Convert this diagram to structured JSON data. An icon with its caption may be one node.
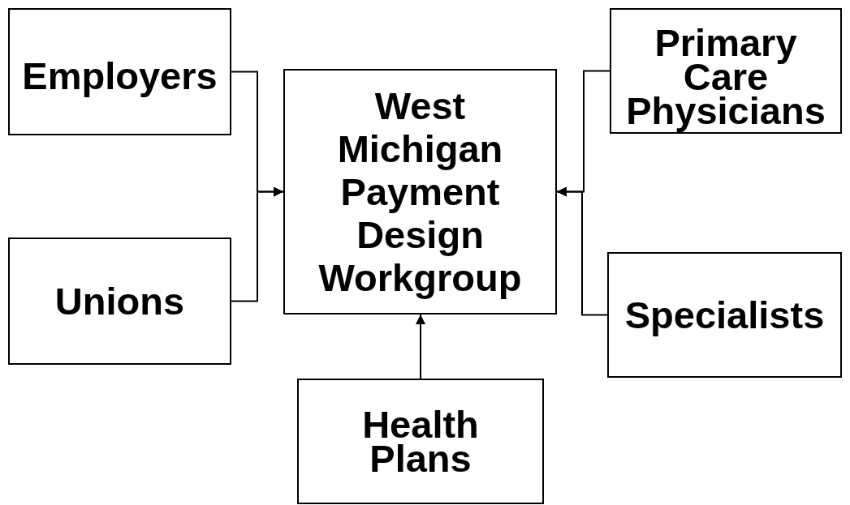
{
  "diagram": {
    "nodes": [
      {
        "text": [
          "Employers"
        ]
      },
      {
        "text": [
          "Unions"
        ]
      },
      {
        "text": [
          "West Michigan Payment Design Workgroup"
        ]
      },
      {
        "text": [
          "Primary Care Physicians"
        ]
      },
      {
        "text": [
          "Specialists"
        ]
      },
      {
        "text": [
          "Health Plans"
        ]
      }
    ],
    "edges": [
      {
        "from": 0,
        "to": 2,
        "arrow": "to"
      },
      {
        "from": 1,
        "to": 2,
        "arrow": "to"
      },
      {
        "from": 3,
        "to": 2,
        "arrow": "to"
      },
      {
        "from": 4,
        "to": 2,
        "arrow": "to"
      },
      {
        "from": 5,
        "to": 2,
        "arrow": "to"
      }
    ]
  }
}
